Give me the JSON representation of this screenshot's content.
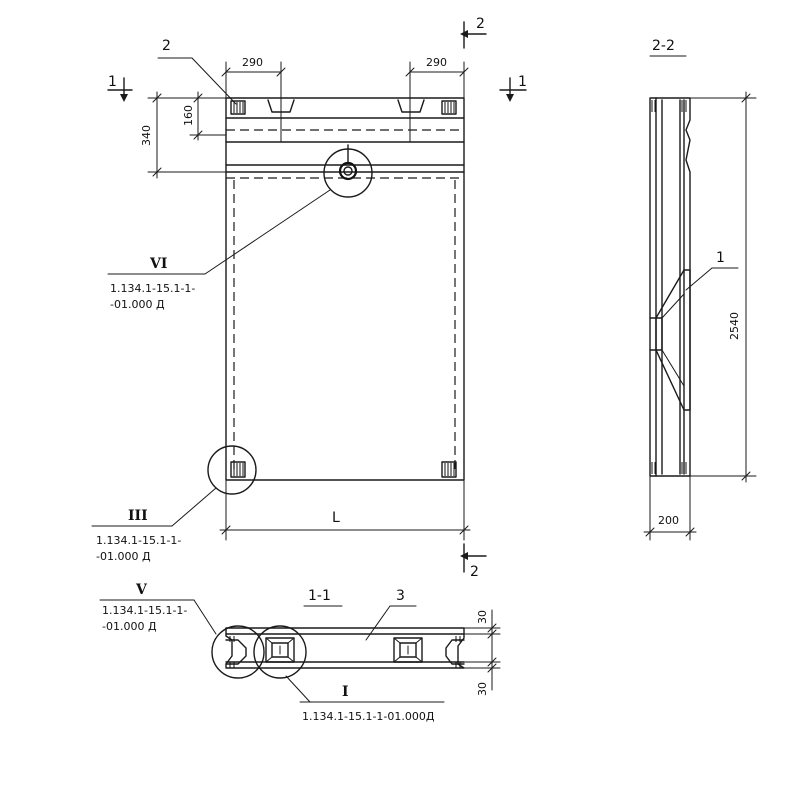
{
  "dimensions": {
    "width_left_rib": "290",
    "width_right_rib": "290",
    "height_340": "340",
    "height_160": "160",
    "overall_length": "L",
    "section_height": "2540",
    "section_width": "200",
    "edge_top": "30",
    "edge_bottom": "30"
  },
  "section_marks": {
    "cut_1_left": "1",
    "cut_1_right": "1",
    "cut_2_top": "2",
    "cut_2_bottom": "2",
    "section_1_title": "1-1",
    "section_2_title": "2-2"
  },
  "positions": {
    "pos_2": "2",
    "pos_1": "1",
    "pos_3": "3"
  },
  "callouts": {
    "detail_VI": {
      "roman": "VI",
      "ref_line1": "1.134.1-15.1-1-",
      "ref_line2": "-01.000 Д"
    },
    "detail_III": {
      "roman": "III",
      "ref_line1": "1.134.1-15.1-1-",
      "ref_line2": "-01.000 Д"
    },
    "detail_V": {
      "roman": "V",
      "ref_line1": "1.134.1-15.1-1-",
      "ref_line2": "-01.000 Д"
    },
    "detail_I": {
      "roman": "I",
      "ref_line1": "1.134.1-15.1-1-01.000Д"
    }
  }
}
